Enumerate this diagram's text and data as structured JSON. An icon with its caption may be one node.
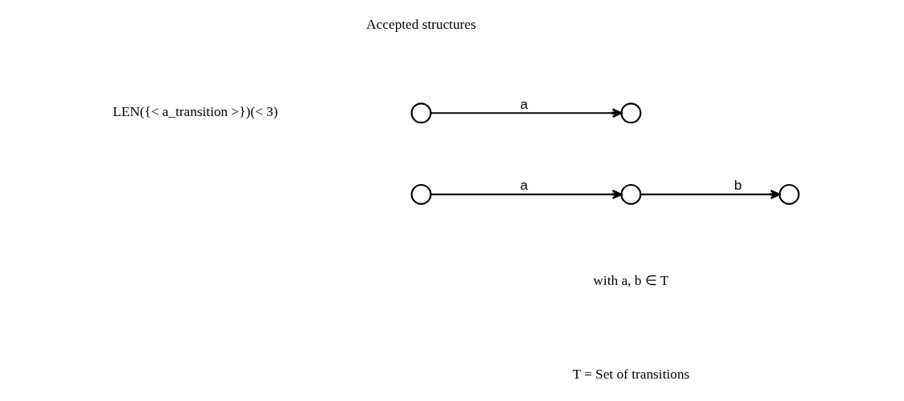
{
  "diagram": {
    "nodes": [
      {
        "text": [],
        "shape": "circle"
      },
      {
        "text": [],
        "shape": "circle"
      },
      {
        "text": [],
        "shape": "circle"
      },
      {
        "text": [],
        "shape": "circle"
      },
      {
        "text": [],
        "shape": "circle"
      }
    ],
    "edges": [
      {
        "from": 0,
        "to": 1,
        "arrow": "to",
        "label": "a"
      },
      {
        "from": 2,
        "to": 3,
        "arrow": "to",
        "label": "a"
      },
      {
        "from": 3,
        "to": 4,
        "arrow": "to",
        "label": "b"
      }
    ],
    "labels": [
      "LEN({< a_transition >})(< 3)",
      "Accepted structures",
      "with a, b ∈ T",
      "T = Set of transitions"
    ]
  }
}
